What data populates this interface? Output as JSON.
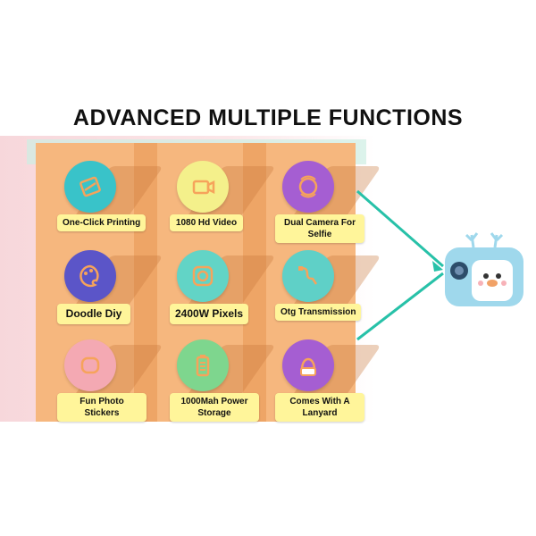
{
  "title": "ADVANCED MULTIPLE FUNCTIONS",
  "colors": {
    "panel": "#f6b77e",
    "label_bg": "#fff59a",
    "arrow": "#27c1a8",
    "camera": "#9fd8ec"
  },
  "features": [
    {
      "label": "One-Click Printing",
      "icon": "printing-icon",
      "color": "#39c3c9"
    },
    {
      "label": "1080 Hd Video",
      "icon": "video-camera-icon",
      "color": "#f4f08b"
    },
    {
      "label": "Dual Camera For Selfie",
      "icon": "dual-camera-icon",
      "color": "#a55ed2"
    },
    {
      "label": "Doodle Diy",
      "icon": "palette-icon",
      "color": "#5b55c8"
    },
    {
      "label": "2400W Pixels",
      "icon": "camera-lens-icon",
      "color": "#62d4c6"
    },
    {
      "label": "Otg Transmission",
      "icon": "usb-cable-icon",
      "color": "#5fd0c7"
    },
    {
      "label": "Fun Photo Stickers",
      "icon": "photo-frame-icon",
      "color": "#f4a9b3"
    },
    {
      "label": "1000Mah Power Storage",
      "icon": "battery-icon",
      "color": "#7ed68e"
    },
    {
      "label": "Comes With A Lanyard",
      "icon": "lanyard-icon",
      "color": "#a55ed2"
    }
  ]
}
